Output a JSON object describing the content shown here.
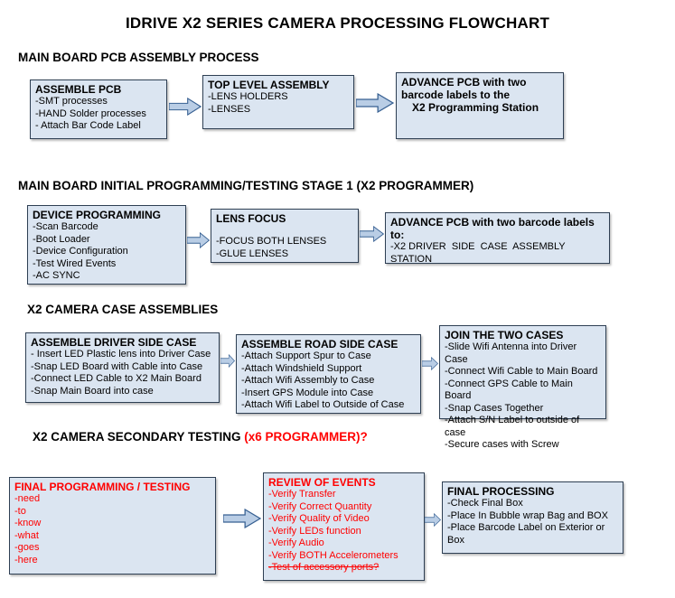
{
  "title": "IDRIVE X2  SERIES CAMERA PROCESSING FLOWCHART",
  "colors": {
    "box_fill": "#dbe5f1",
    "box_border": "#2e3f53",
    "red_text": "#ff0000",
    "arrow_fill": "#b9cde5",
    "arrow_stroke": "#376092",
    "text": "#000000",
    "background": "#ffffff"
  },
  "sections": {
    "s1": {
      "heading": "MAIN BOARD PCB ASSEMBLY PROCESS",
      "boxes": {
        "assemble_pcb": {
          "title": "ASSEMBLE PCB",
          "items": [
            "-SMT processes",
            "-HAND Solder processes",
            "- Attach Bar Code Label"
          ]
        },
        "top_level_assembly": {
          "title": "TOP LEVEL ASSEMBLY",
          "items": [
            "-LENS HOLDERS",
            "-LENSES"
          ]
        },
        "advance_pcb": {
          "title": "ADVANCE PCB with two barcode labels to the",
          "subtitle": "X2 Programming Station"
        }
      }
    },
    "s2": {
      "heading": "MAIN BOARD INITIAL PROGRAMMING/TESTING STAGE 1 (X2 PROGRAMMER)",
      "boxes": {
        "device_programming": {
          "title": "DEVICE PROGRAMMING",
          "items": [
            "-Scan Barcode",
            "-Boot Loader",
            "-Device Configuration",
            "-Test Wired Events",
            "-AC SYNC"
          ]
        },
        "lens_focus": {
          "title": "LENS FOCUS",
          "items": [
            "-FOCUS BOTH LENSES",
            "-GLUE LENSES"
          ]
        },
        "advance_pcb_2": {
          "title": "ADVANCE PCB with two barcode labels to:",
          "items": [
            "-X2 DRIVER  SIDE  CASE  ASSEMBLY STATION"
          ]
        }
      }
    },
    "s3": {
      "heading": "X2 CAMERA CASE ASSEMBLIES",
      "boxes": {
        "driver_side": {
          "title": "ASSEMBLE DRIVER SIDE CASE",
          "items": [
            "- Insert LED Plastic lens into Driver Case",
            "-Snap LED Board with Cable into Case",
            "-Connect LED Cable to X2 Main Board",
            "-Snap Main Board into case"
          ]
        },
        "road_side": {
          "title": "ASSEMBLE ROAD SIDE CASE",
          "items": [
            "-Attach Support Spur to Case",
            "-Attach Windshield Support",
            "-Attach Wifi Assembly to Case",
            "-Insert GPS Module into Case",
            "-Attach Wifi Label to Outside of Case"
          ]
        },
        "join_cases": {
          "title": "JOIN THE TWO CASES",
          "items": [
            "-Slide Wifi Antenna into Driver Case",
            "-Connect Wifi Cable to Main Board",
            "-Connect GPS Cable to Main Board",
            "-Snap Cases Together",
            "-Attach S/N Label to outside of case",
            "-Secure cases with Screw"
          ]
        }
      }
    },
    "s4": {
      "heading_black": "X2 CAMERA SECONDARY TESTING",
      "heading_red": " (x6 PROGRAMMER)?",
      "boxes": {
        "final_programming": {
          "title": "FINAL PROGRAMMING / TESTING",
          "items": [
            "-need",
            "-to",
            "-know",
            "-what",
            "-goes",
            "-here"
          ]
        },
        "review_of_events": {
          "title": "REVIEW OF EVENTS",
          "items": [
            "-Verify Transfer",
            "-Verify Correct Quantity",
            "-Verify Quality of Video",
            "-Verify LEDs function",
            "-Verify Audio",
            "-Verify BOTH Accelerometers"
          ],
          "struck_item": "-Test of accessory ports?"
        },
        "final_processing": {
          "title": "FINAL PROCESSING",
          "items": [
            "-Check Final Box",
            "-Place In Bubble wrap Bag and BOX",
            "-Place Barcode Label on Exterior or Box"
          ]
        }
      }
    }
  }
}
